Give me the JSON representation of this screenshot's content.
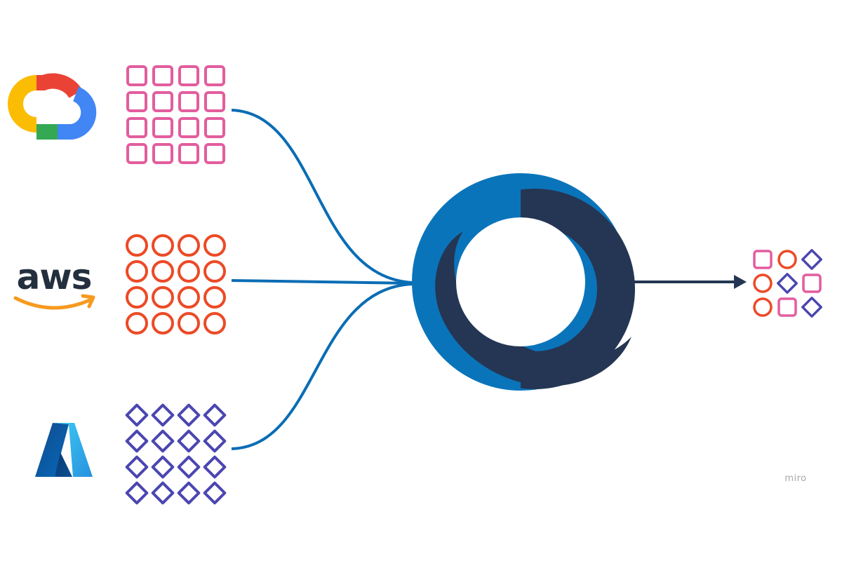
{
  "providers": [
    {
      "id": "google-cloud",
      "logo": "google-cloud-logo",
      "shape": "square",
      "color": "#e25d9e"
    },
    {
      "id": "aws",
      "logo": "aws-logo",
      "logo_text": "aws",
      "shape": "circle",
      "color": "#ec4a26"
    },
    {
      "id": "azure",
      "logo": "azure-logo",
      "shape": "diamond",
      "color": "#4a46b0"
    }
  ],
  "hub": {
    "logo": "ring-logo",
    "colors": {
      "primary": "#0a74bb",
      "dark": "#243653"
    }
  },
  "output": {
    "arrow_color": "#243653",
    "grid": [
      [
        "square",
        "circle",
        "diamond"
      ],
      [
        "circle",
        "diamond",
        "square"
      ],
      [
        "circle",
        "square",
        "diamond"
      ]
    ]
  },
  "connector_color": "#0a6db4",
  "watermark": "miro"
}
